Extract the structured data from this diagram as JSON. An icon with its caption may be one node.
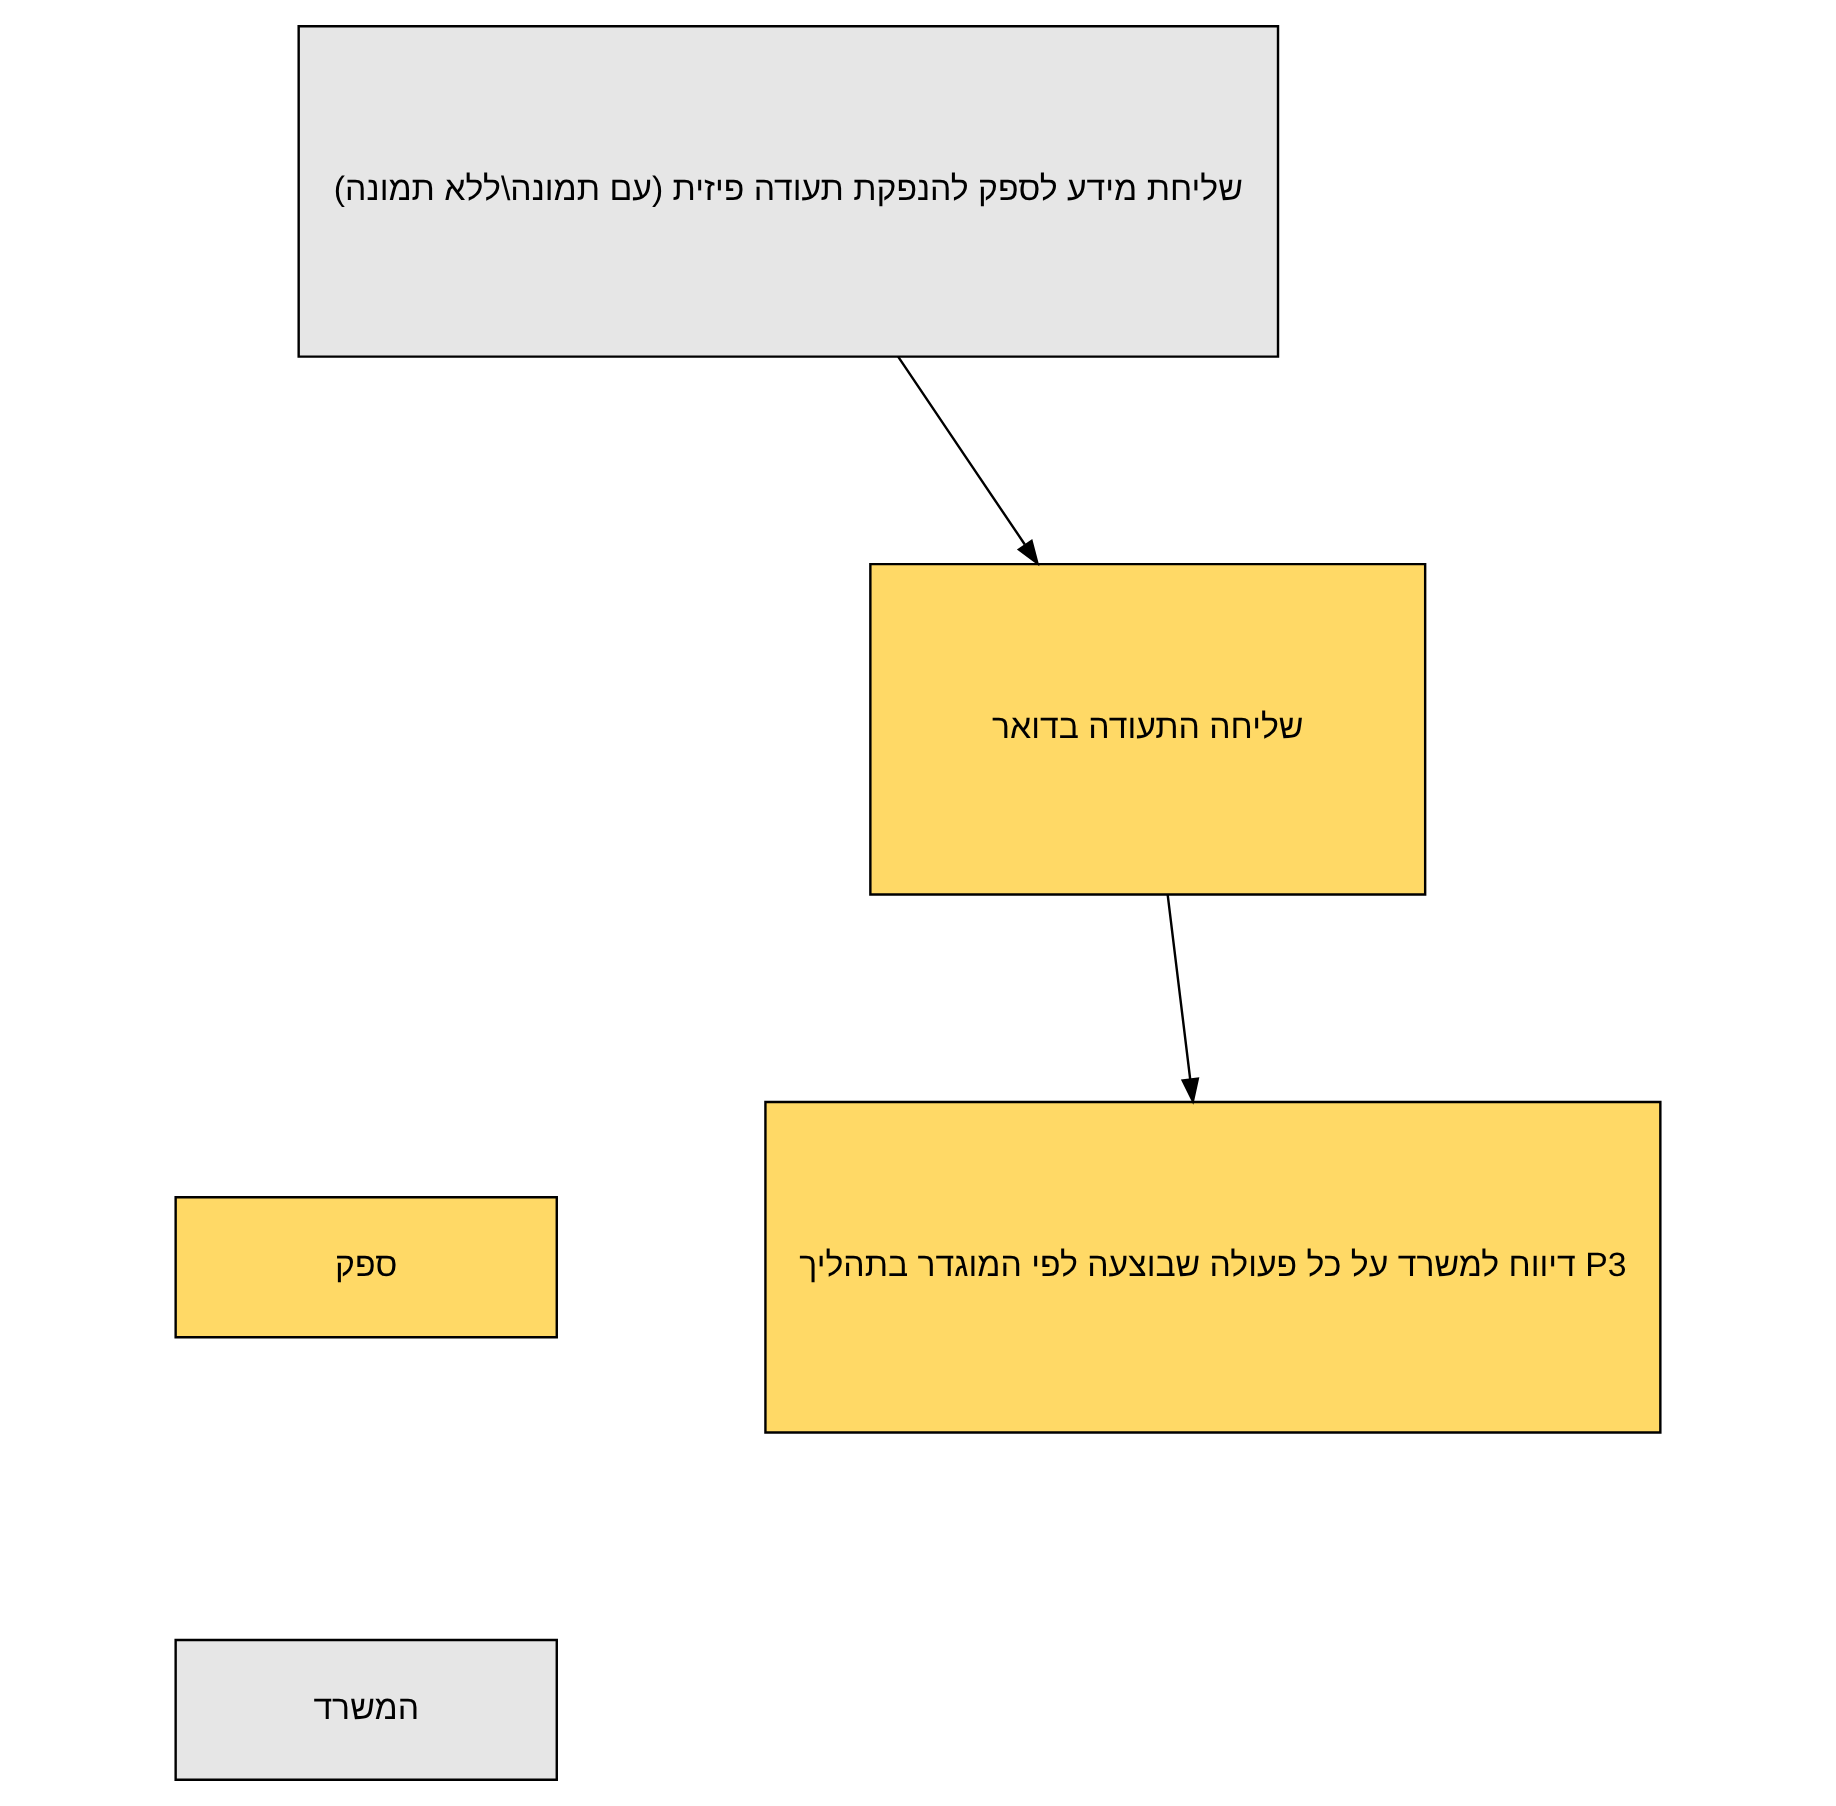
{
  "diagram": {
    "nodes": [
      {
        "text": [
          "שליחת מידע לספק להנפקת תעודה פיזית (עם תמונה\\ללא תמונה)"
        ]
      },
      {
        "text": [
          "שליחה התעודה בדואר"
        ]
      },
      {
        "text": [
          "דיווח למשרד על כל פעולה שבוצעה לפי המוגדר בתהליך P3"
        ]
      }
    ],
    "edges": [
      {
        "from": 0,
        "to": 1,
        "arrow": "to"
      },
      {
        "from": 1,
        "to": 2,
        "arrow": "to"
      }
    ],
    "legend": [
      {
        "text": "ספק",
        "color": "#ffd966"
      },
      {
        "text": "המשרד",
        "color": "#e6e6e6"
      }
    ]
  }
}
